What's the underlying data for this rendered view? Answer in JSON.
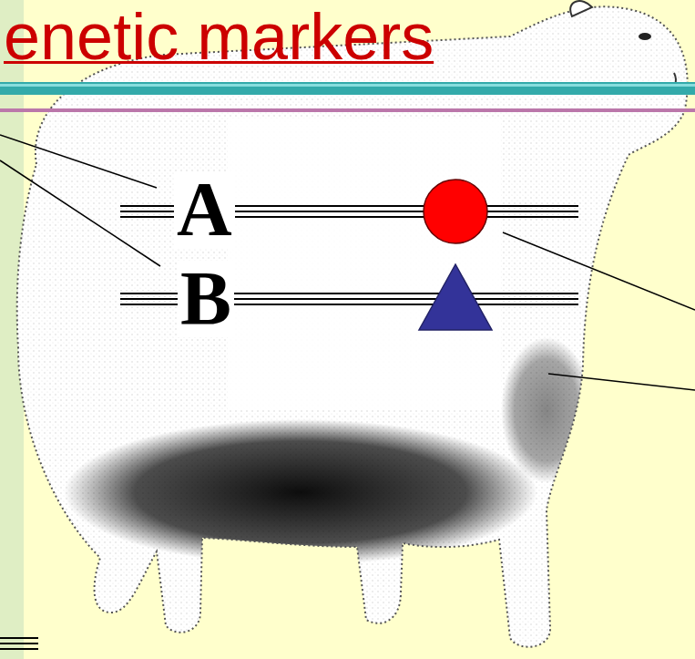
{
  "diagram": {
    "title": "enetic markers",
    "labels": [
      "A",
      "B"
    ]
  }
}
